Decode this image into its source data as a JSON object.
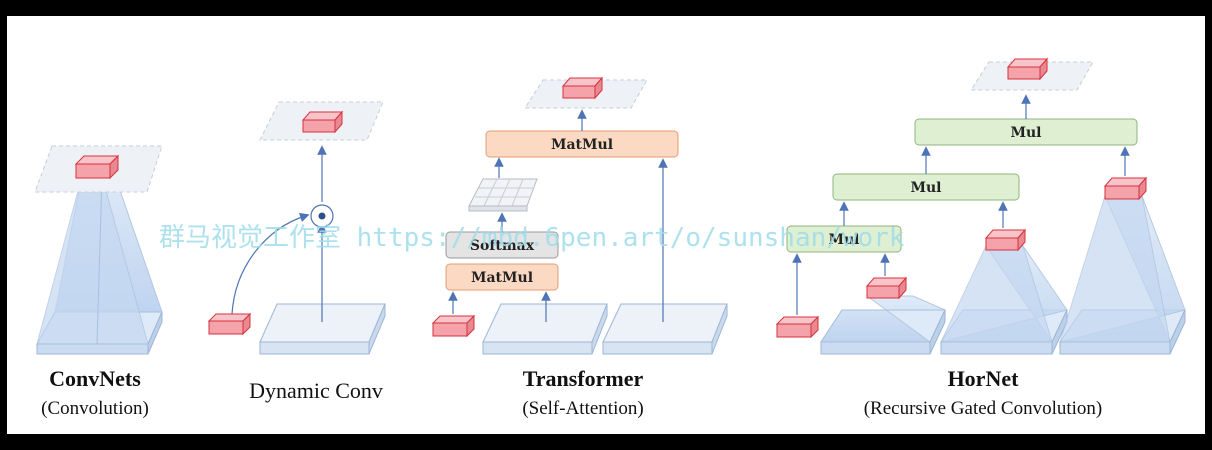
{
  "diagram": {
    "sections": [
      {
        "title": "ConvNets",
        "subtitle": "(Convolution)"
      },
      {
        "title": "Dynamic Conv",
        "subtitle": ""
      },
      {
        "title": "Transformer",
        "subtitle": "(Self-Attention)"
      },
      {
        "title": "HorNet",
        "subtitle": "(Recursive Gated Convolution)"
      }
    ],
    "ops": {
      "transformer_top_matmul": "MatMul",
      "transformer_softmax": "Softmax",
      "transformer_bottom_matmul": "MatMul",
      "hornet_mul_top": "Mul",
      "hornet_mul_mid": "Mul",
      "hornet_mul_bottom": "Mul"
    },
    "symbols": {
      "dynamic_multiply": "⊙"
    },
    "watermark": "群马视觉工作室 https://mbd.6pen.art/o/sunshan/work",
    "colors": {
      "token_red": "#f4a3ab",
      "token_red_stroke": "#d8323e",
      "feature_blue": "#c9ddf3",
      "feature_stroke": "#9db6d6",
      "matmul_fill": "#fbd9c3",
      "matmul_stroke": "#e39d72",
      "softmax_fill": "#e4e4e4",
      "mul_fill": "#dff0d2",
      "mul_stroke": "#8fb47e",
      "arrow": "#4e74b5"
    }
  }
}
